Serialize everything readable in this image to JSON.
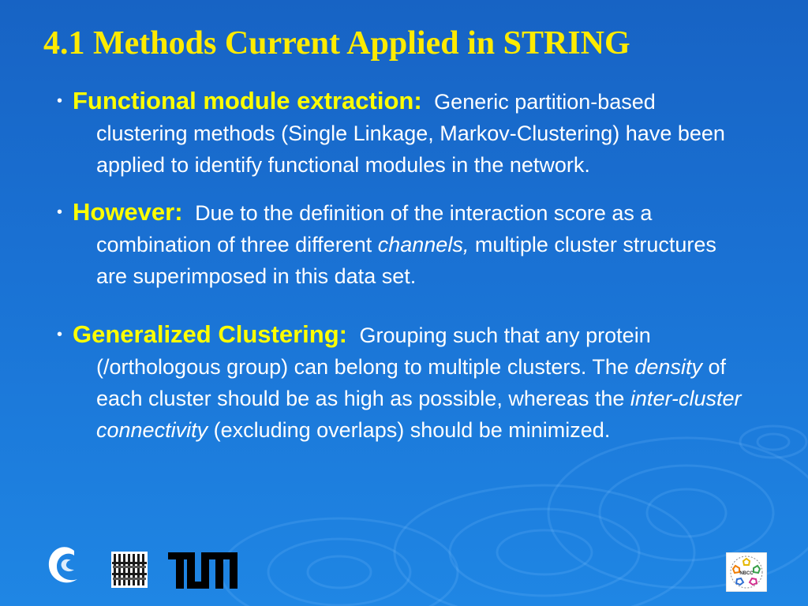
{
  "title": "4.1 Methods Current Applied in STRING",
  "colors": {
    "title": "#ffeb00",
    "lead": "#ffff00",
    "text": "#ffffff",
    "background_top": "#1763c4",
    "background_bottom": "#1f86e4"
  },
  "bullets": [
    {
      "lead": "Functional module extraction:",
      "segments": [
        " Generic partition-based clustering methods (Single Linkage, Markov-Clustering) have been applied to identify functional modules in the network."
      ]
    },
    {
      "lead": "However:",
      "segments": [
        " Due to the definition of the interaction score as a combination of three different ",
        "channels,",
        " multiple cluster structures are superimposed in this data set."
      ]
    },
    {
      "lead": "Generalized Clustering:",
      "segments": [
        " Grouping such that any protein (/orthologous group) can belong to multiple clusters. The ",
        "density",
        " of each cluster should be as high as possible, whereas the ",
        "inter-cluster connectivity",
        " (excluding overlaps) should be minimized."
      ]
    }
  ],
  "logos": {
    "left": [
      "swirl-logo",
      "abacus-logo",
      "tum-logo"
    ],
    "right": "nbcc-logo",
    "tum_text": "TUM",
    "nbcc_text": "NBCC"
  }
}
